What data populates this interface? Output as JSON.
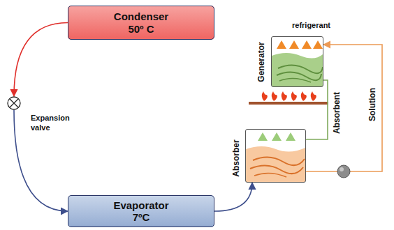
{
  "diagram": {
    "nodes": [
      {
        "text": [
          "Condenser",
          "50º C"
        ]
      },
      {
        "text": [
          "Evaporator",
          "7ºC"
        ]
      },
      {
        "text": [
          "Expansion valve"
        ]
      },
      {
        "text": [
          "Generator"
        ]
      },
      {
        "text": [
          "Absorber"
        ]
      }
    ],
    "edges": [
      {
        "from": 0,
        "to": 2,
        "arrow": "to"
      },
      {
        "from": 2,
        "to": 1,
        "arrow": "to"
      },
      {
        "from": 1,
        "to": 4,
        "arrow": "to"
      },
      {
        "from": 3,
        "to": 4,
        "label": "Absorbent",
        "arrow": "none"
      },
      {
        "from": 4,
        "to": 3,
        "label": "Solution",
        "arrow": "to"
      }
    ],
    "labels": [
      "refrigerant"
    ]
  }
}
